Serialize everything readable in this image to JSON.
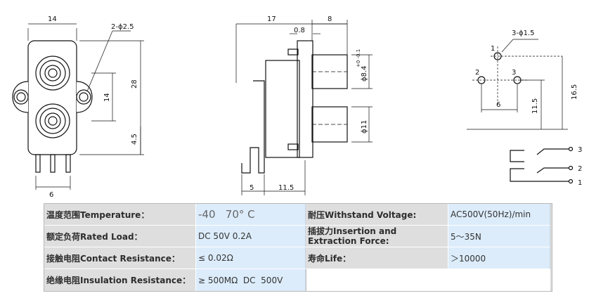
{
  "drawing": {
    "front_view": {
      "dim_width": "14",
      "dim_holes": "2-ϕ2.5",
      "dim_height": "28",
      "dim_spacing": "14",
      "dim_bottom": "4.5",
      "dim_pins": "6"
    },
    "side_view": {
      "dim_length": "17",
      "dim_body": "8",
      "dim_flange": "0.8",
      "dim_dia_top": "ϕ8.4",
      "dim_dia_top_tol": "+0\n-0.1",
      "dim_dia_bottom": "ϕ11",
      "dim_foot": "5",
      "dim_base": "11.5"
    },
    "pcb_layout": {
      "dim_holes": "3-ϕ1.5",
      "pin_1": "1",
      "pin_2": "2",
      "pin_3": "3",
      "dim_pitch": "6",
      "dim_mid": "11.5",
      "dim_total": "16.5"
    },
    "schematic": {
      "pin_3": "3",
      "pin_2": "2",
      "pin_1": "1"
    }
  },
  "specs": {
    "temperature_label": "温度范围Temperature：",
    "temperature_value": "-40   70° C",
    "load_label": "额定负荷Rated Load：",
    "load_value": "DC 50V 0.2A",
    "contact_label": "接触电阻Contact Resistance：",
    "contact_value": "≤ 0.02Ω",
    "insulation_label": "绝缘电阻Insulation Resistance：",
    "insulation_value": "≥ 500MΩ  DC  500V",
    "voltage_label": "耐压Withstand Voltage:",
    "voltage_value": "AC500V(50Hz)/min",
    "force_label": "插拔力Insertion and Extraction Force:",
    "force_value": "5～35N",
    "life_label": "寿命Life：",
    "life_value": "＞10000"
  }
}
